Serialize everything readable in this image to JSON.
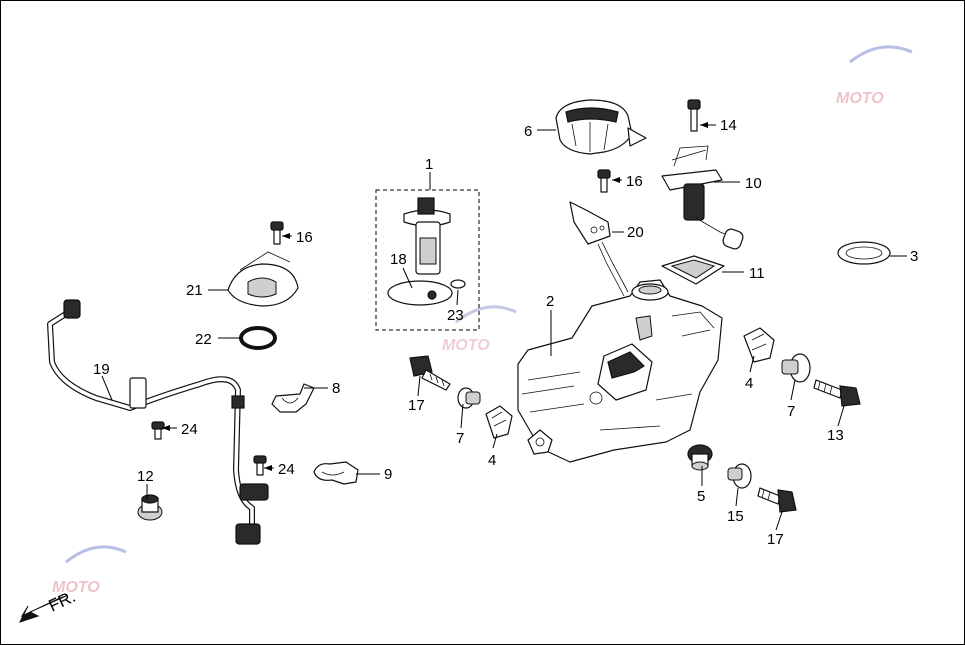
{
  "diagram": {
    "front_direction_label": "FR.",
    "watermark": {
      "text": "MOTO",
      "colors": {
        "red": "#e9b9bf",
        "blue": "#aab3dc"
      }
    },
    "callouts": [
      {
        "id": "c1",
        "label": "1"
      },
      {
        "id": "c2",
        "label": "2"
      },
      {
        "id": "c3",
        "label": "3"
      },
      {
        "id": "c4a",
        "label": "4"
      },
      {
        "id": "c4b",
        "label": "4"
      },
      {
        "id": "c5",
        "label": "5"
      },
      {
        "id": "c6",
        "label": "6"
      },
      {
        "id": "c7a",
        "label": "7"
      },
      {
        "id": "c7b",
        "label": "7"
      },
      {
        "id": "c8",
        "label": "8"
      },
      {
        "id": "c9",
        "label": "9"
      },
      {
        "id": "c10",
        "label": "10"
      },
      {
        "id": "c11",
        "label": "11"
      },
      {
        "id": "c12",
        "label": "12"
      },
      {
        "id": "c13",
        "label": "13"
      },
      {
        "id": "c14",
        "label": "14"
      },
      {
        "id": "c15",
        "label": "15"
      },
      {
        "id": "c16a",
        "label": "16"
      },
      {
        "id": "c16b",
        "label": "16"
      },
      {
        "id": "c17a",
        "label": "17"
      },
      {
        "id": "c17b",
        "label": "17"
      },
      {
        "id": "c18",
        "label": "18"
      },
      {
        "id": "c19",
        "label": "19"
      },
      {
        "id": "c20",
        "label": "20"
      },
      {
        "id": "c21",
        "label": "21"
      },
      {
        "id": "c22",
        "label": "22"
      },
      {
        "id": "c23",
        "label": "23"
      },
      {
        "id": "c24a",
        "label": "24"
      },
      {
        "id": "c24b",
        "label": "24"
      }
    ]
  }
}
